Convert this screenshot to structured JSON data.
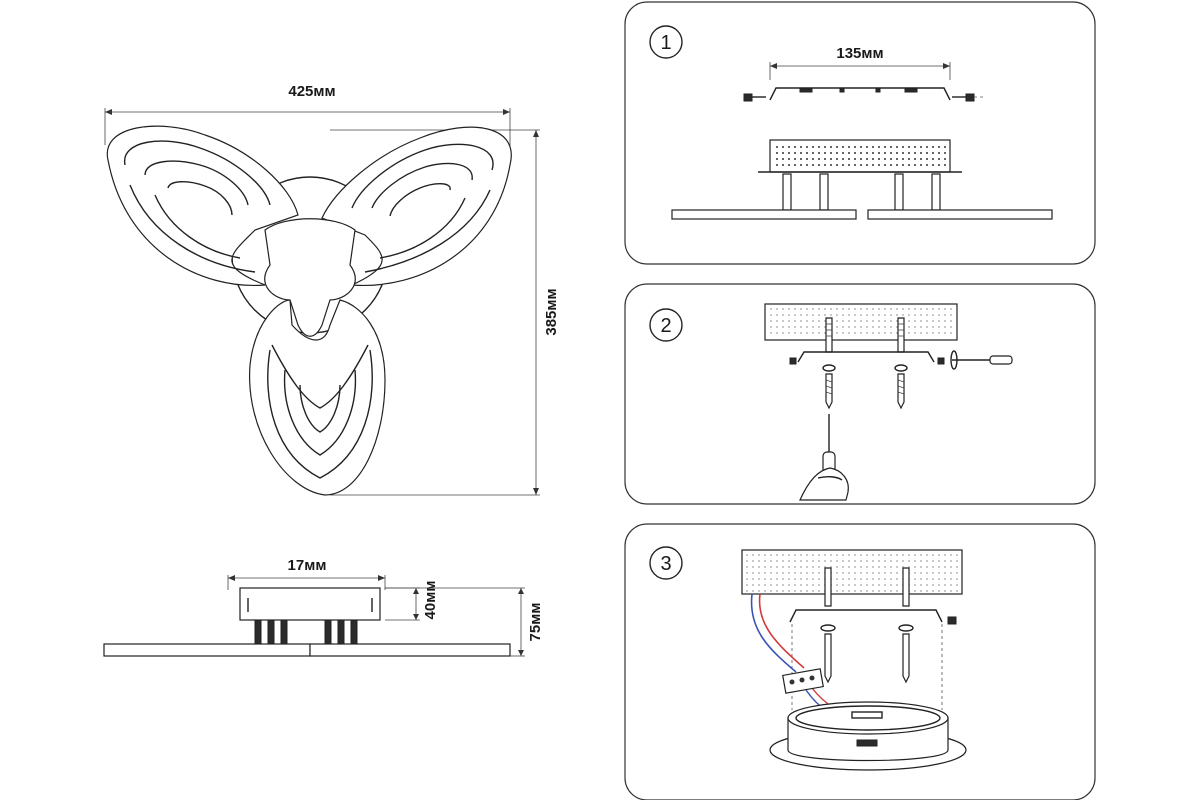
{
  "dimensions": {
    "width_top": "425мм",
    "height_top": "385мм",
    "side_width": "17мм",
    "side_height_body": "40мм",
    "side_height_total": "75мм",
    "bracket_width": "135мм"
  },
  "steps": [
    {
      "number": "1"
    },
    {
      "number": "2"
    },
    {
      "number": "3"
    }
  ],
  "colors": {
    "line": "#222222",
    "wire_red": "#d23a3a",
    "wire_blue": "#3b55b5",
    "panel_border": "#333333"
  }
}
